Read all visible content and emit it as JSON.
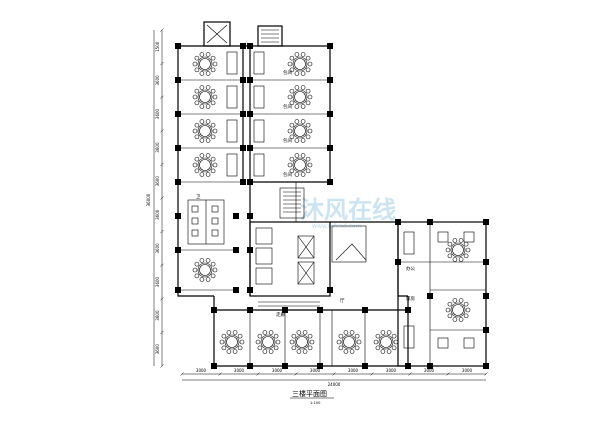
{
  "drawing": {
    "title": "三楼平面图",
    "scale": "1:100",
    "watermark": "沐风在线",
    "watermark_sub": "www.mfcad.com"
  },
  "dimensions": {
    "bottom_segments": [
      "3000",
      "3000",
      "3000",
      "3000",
      "3000",
      "3000",
      "3000",
      "3000"
    ],
    "bottom_total": "24000",
    "left_segments": [
      "1500",
      "3600",
      "3600",
      "3600",
      "3600",
      "3600",
      "3600",
      "3600",
      "3600",
      "3600"
    ],
    "left_total": "36000"
  },
  "rooms": {
    "private_room": "包间",
    "hall": "厅",
    "corridor": "走廊",
    "office": "办公",
    "storage": "库房",
    "toilet": "卫"
  },
  "colors": {
    "line": "#000000",
    "watermark": "#6fb0d8"
  }
}
